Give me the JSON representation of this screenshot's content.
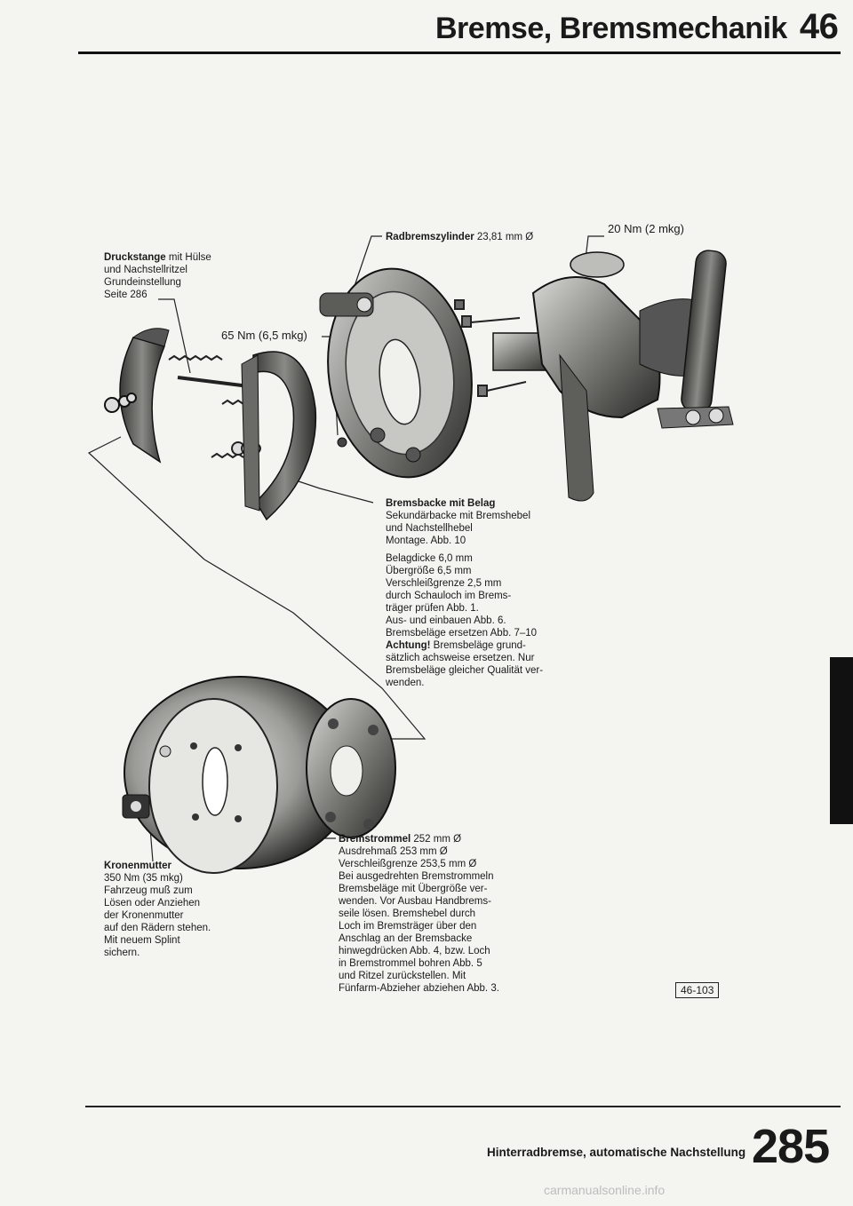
{
  "header": {
    "title": "Bremse, Bremsmechanik",
    "section_number": "46"
  },
  "labels": {
    "druckstange": {
      "bold": "Druckstange",
      "rest": " mit Hülse\nund Nachstellritzel\nGrundeinstellung\nSeite 286"
    },
    "radbremszylinder": {
      "bold": "Radbremszylinder",
      "rest": " 23,81 mm Ø"
    },
    "torque_20": "20 Nm (2 mkg)",
    "torque_65": "65 Nm (6,5 mkg)",
    "bremsbacke": {
      "bold": "Bremsbacke mit Belag",
      "rest": "Sekundärbacke mit Bremshebel\nund Nachstellhebel\nMontage. Abb. 10"
    },
    "belag_info": {
      "pre": "Belagdicke   6,0 mm\nÜbergröße   6,5 mm\nVerschleißgrenze 2,5 mm\ndurch Schauloch im Brems-\nträger prüfen  Abb. 1.\nAus- und einbauen  Abb. 6.\nBremsbeläge ersetzen  Abb. 7–10\n",
      "bold": "Achtung!",
      "post": " Bremsbeläge grund-\nsätzlich achsweise ersetzen. Nur\nBremsbeläge gleicher Qualität ver-\nwenden."
    },
    "kronenmutter": {
      "bold": "Kronenmutter",
      "rest": "350 Nm (35 mkg)\nFahrzeug muß zum\nLösen oder Anziehen\nder Kronenmutter\nauf den Rädern stehen.\nMit neuem Splint\nsichern."
    },
    "bremstrommel": {
      "bold": "Bremstrommel",
      "rest": " 252 mm Ø\nAusdrehmaß 253 mm Ø\nVerschleißgrenze 253,5 mm Ø\nBei ausgedrehten Bremstrommeln\nBremsbeläge mit Übergröße ver-\nwenden. Vor Ausbau Handbrems-\nseile lösen. Bremshebel durch\nLoch im Bremsträger über den\nAnschlag an der Bremsbacke\nhinwegdrücken Abb. 4, bzw. Loch\nin Bremstrommel bohren Abb. 5\nund Ritzel zurückstellen. Mit\nFünfarm-Abzieher abziehen Abb. 3."
    }
  },
  "reference_box": "46-103",
  "footer": {
    "text": "Hinterradbremse, automatische Nachstellung",
    "page_number": "285"
  },
  "watermark": "carmanualsonline.info"
}
